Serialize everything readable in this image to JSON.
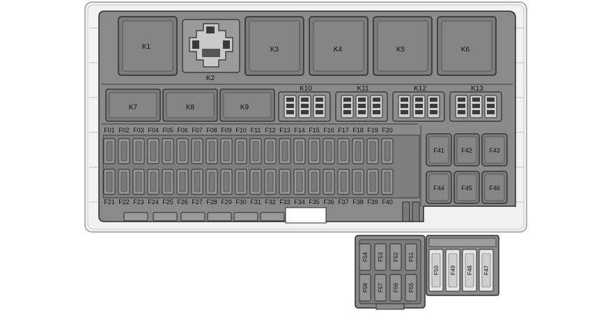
{
  "relays": [
    {
      "id": "relay-k1",
      "label": "K1"
    },
    {
      "id": "relay-k2",
      "label": "K2"
    },
    {
      "id": "relay-k3",
      "label": "K3"
    },
    {
      "id": "relay-k4",
      "label": "K4"
    },
    {
      "id": "relay-k5",
      "label": "K5"
    },
    {
      "id": "relay-k6",
      "label": "K6"
    },
    {
      "id": "relay-k7",
      "label": "K7"
    },
    {
      "id": "relay-k8",
      "label": "K8"
    },
    {
      "id": "relay-k9",
      "label": "K9"
    },
    {
      "id": "relay-k10",
      "label": "K10"
    },
    {
      "id": "relay-k11",
      "label": "K11"
    },
    {
      "id": "relay-k12",
      "label": "K12"
    },
    {
      "id": "relay-k13",
      "label": "K13"
    }
  ],
  "mini_fuses_top": [
    "F01",
    "F02",
    "F03",
    "F04",
    "F05",
    "F06",
    "F07",
    "F08",
    "F09",
    "F10",
    "F11",
    "F12",
    "F13",
    "F14",
    "F15",
    "F16",
    "F17",
    "F18",
    "F19",
    "F20"
  ],
  "mini_fuses_bottom": [
    "F21",
    "F22",
    "F23",
    "F24",
    "F25",
    "F26",
    "F27",
    "F28",
    "F29",
    "F30",
    "F31",
    "F32",
    "F33",
    "F34",
    "F35",
    "F36",
    "F37",
    "F38",
    "F39",
    "F40"
  ],
  "cartridge_fuses": [
    "F41",
    "F42",
    "F43",
    "F44",
    "F45",
    "F46"
  ],
  "lower_left_fuses": [
    "F54",
    "F53",
    "F52",
    "F51",
    "F58",
    "F57",
    "F56",
    "F55"
  ],
  "lower_right_fuses": [
    "F50",
    "F49",
    "F48",
    "F47"
  ],
  "colors": {
    "housing": "#8a8a8a",
    "component": "#7c7c7c",
    "outline": "#2a2a2a",
    "frame": "#f2f2f2",
    "label_text": "#111111"
  }
}
